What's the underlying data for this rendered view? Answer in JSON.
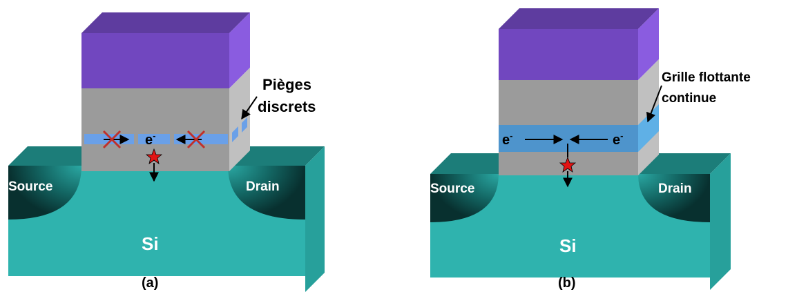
{
  "panels": [
    {
      "id": "a",
      "caption": "(a)",
      "source_label": "Source",
      "drain_label": "Drain",
      "substrate_label": "Si",
      "electron_label": "e",
      "electron_sup": "-",
      "callout_line1": "Pièges",
      "callout_line2": "discrets"
    },
    {
      "id": "b",
      "caption": "(b)",
      "source_label": "Source",
      "drain_label": "Drain",
      "substrate_label": "Si",
      "electron_label": "e",
      "electron_sup": "-",
      "callout_line1": "Grille flottante",
      "callout_line2": "continue"
    }
  ],
  "colors": {
    "gate_front": "#7147bf",
    "gate_top": "#5e3c9f",
    "gate_side": "#8a5ce0",
    "oxide_front": "#9b9b9b",
    "oxide_side": "#c0c0c0",
    "trap_blue": "#6aa0e8",
    "floating_gate": "#4e94cc",
    "floating_gate_side": "#5fb0e6",
    "substrate_front": "#2fb3ae",
    "substrate_top": "#1c7d79",
    "substrate_side": "#27a09b",
    "well_dark": "#0b3f3d",
    "star": "#e21414",
    "cross": "#c0302a"
  }
}
